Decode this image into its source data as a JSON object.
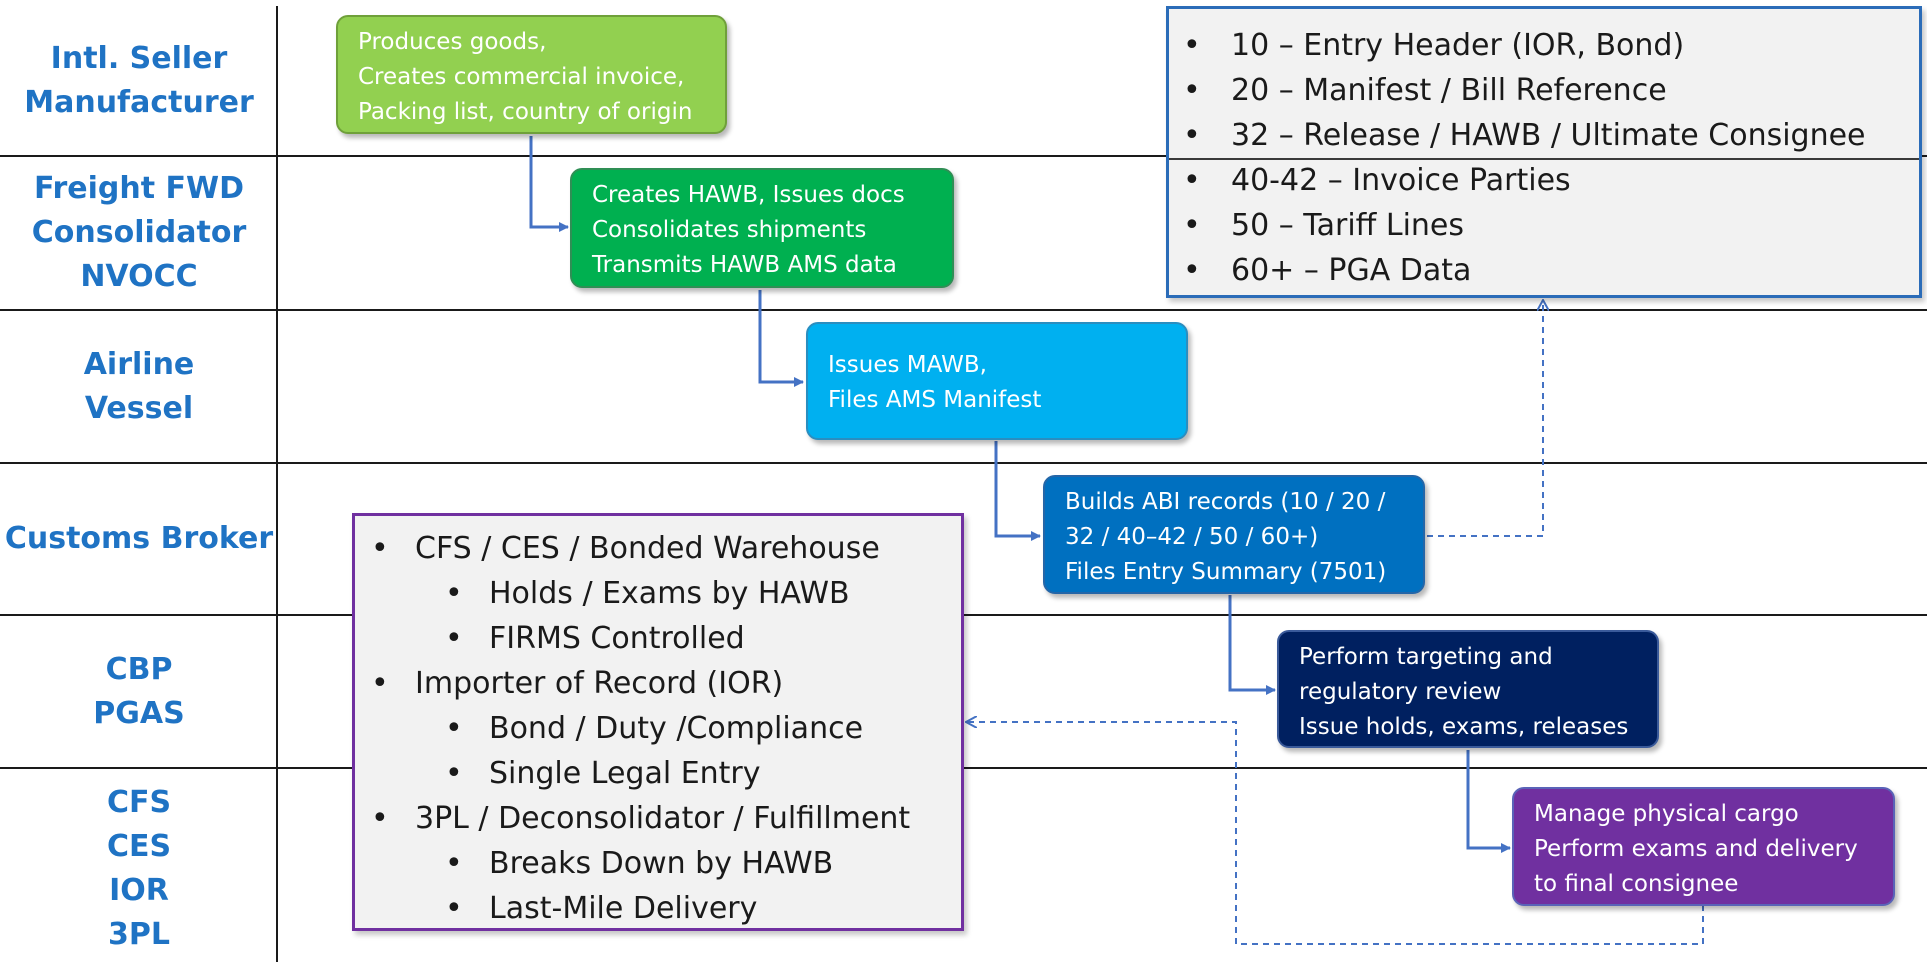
{
  "lanes": [
    {
      "lines": [
        "Intl. Seller",
        "Manufacturer"
      ]
    },
    {
      "lines": [
        "Freight FWD",
        "Consolidator",
        "NVOCC"
      ]
    },
    {
      "lines": [
        "Airline",
        "Vessel"
      ]
    },
    {
      "lines": [
        "Customs Broker"
      ]
    },
    {
      "lines": [
        "CBP",
        "PGAS"
      ]
    },
    {
      "lines": [
        "CFS",
        "CES",
        "IOR",
        "3PL"
      ]
    }
  ],
  "process_boxes": {
    "seller": {
      "lines": [
        "Produces goods,",
        "Creates commercial invoice,",
        "Packing list, country of origin"
      ],
      "color": "#92d050"
    },
    "forwarder": {
      "lines": [
        "Creates HAWB, Issues docs",
        "Consolidates shipments",
        "Transmits HAWB AMS data"
      ],
      "color": "#00b050"
    },
    "carrier": {
      "lines": [
        "Issues MAWB,",
        "Files AMS Manifest"
      ],
      "color": "#00b0f0"
    },
    "broker": {
      "lines": [
        "Builds ABI records (10 / 20 /",
        "32 / 40–42 / 50 / 60+)",
        "Files Entry Summary (7501)"
      ],
      "color": "#0070c0"
    },
    "cbp": {
      "lines": [
        "Perform targeting and",
        "regulatory review",
        "Issue holds, exams, releases"
      ],
      "color": "#002060"
    },
    "cfs": {
      "lines": [
        "Manage physical cargo",
        "Perform exams and delivery",
        "to final consignee"
      ],
      "color": "#7030a0"
    }
  },
  "abi_records": {
    "items": [
      "10 – Entry Header (IOR, Bond)",
      "20 – Manifest / Bill Reference",
      "32 – Release / HAWB / Ultimate Consignee",
      "40-42 – Invoice Parties",
      "50 – Tariff Lines",
      "60+ – PGA Data"
    ],
    "border_color": "#2b6cb8"
  },
  "roles": {
    "groups": [
      {
        "label": "CFS / CES / Bonded Warehouse",
        "children": [
          "Holds / Exams by HAWB",
          "FIRMS Controlled"
        ]
      },
      {
        "label": "Importer of Record (IOR)",
        "children": [
          "Bond / Duty /Compliance",
          "Single Legal Entry"
        ]
      },
      {
        "label": "3PL / Deconsolidator / Fulfillment",
        "children": [
          "Breaks Down by HAWB",
          "Last-Mile Delivery"
        ]
      }
    ],
    "border_color": "#7030a0"
  },
  "colors": {
    "lane_label": "#1f73c4",
    "connector": "#4472c4"
  }
}
